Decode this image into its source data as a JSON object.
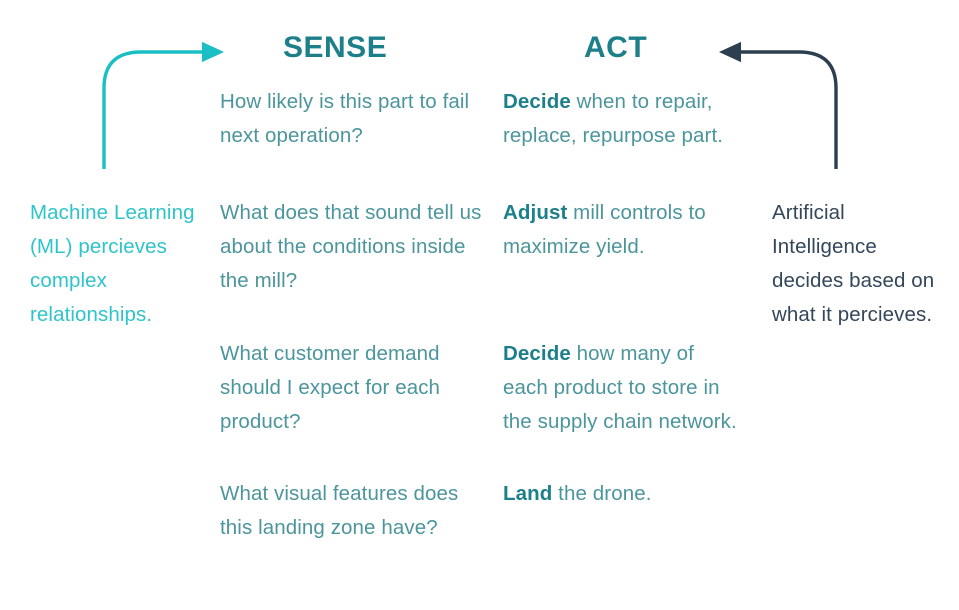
{
  "colors": {
    "cyan": "#2EC4C9",
    "teal_dark": "#1C7F8A",
    "teal_body": "#4B959C",
    "slate": "#33475A",
    "background": "#FFFFFF"
  },
  "headings": {
    "sense": "SENSE",
    "act": "ACT"
  },
  "left_column": {
    "text": "Machine Learning (ML) percieves complex relationships."
  },
  "right_column": {
    "text": "Artificial Intelligence decides based on what it percieves."
  },
  "sense_items": [
    {
      "text": "How likely is this part to fail next operation?"
    },
    {
      "text": "What does that sound tell us about the conditions inside the mill?"
    },
    {
      "text": "What customer demand should I expect for each product?"
    },
    {
      "text": "What visual features does this landing zone have?"
    }
  ],
  "act_items": [
    {
      "lead": "Decide",
      "text": " when to repair, replace, repurpose part."
    },
    {
      "lead": "Adjust",
      "text": " mill controls to maximize yield."
    },
    {
      "lead": "Decide",
      "text": " how many of each product to store in the supply chain network."
    },
    {
      "lead": "Land",
      "text": " the drone."
    }
  ],
  "arrows": {
    "left": {
      "name": "sense-inflow-arrow",
      "direction": "right",
      "color": "#1ABFC6"
    },
    "right": {
      "name": "act-outflow-arrow",
      "direction": "left",
      "color": "#2B3F50"
    }
  }
}
